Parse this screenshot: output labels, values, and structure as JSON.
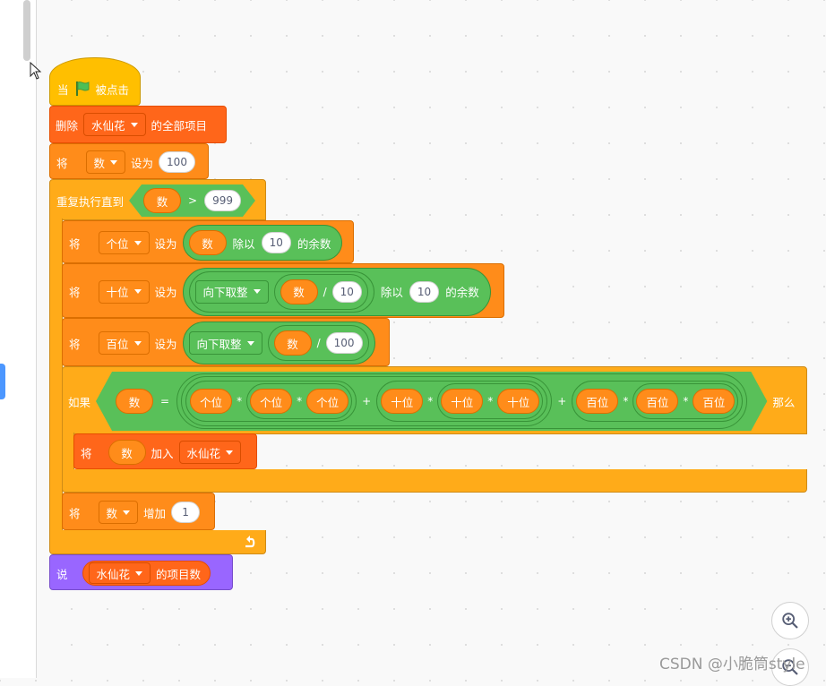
{
  "colors": {
    "events": "#ffbf00",
    "control": "#ffab19",
    "variables": "#ff8c1a",
    "lists": "#ff661a",
    "operators": "#59c059",
    "looks": "#9966ff"
  },
  "script": {
    "hat": {
      "when": "当",
      "clicked": "被点击",
      "icon": "green-flag-icon"
    },
    "delete_all": {
      "label": "删除",
      "list": "水仙花",
      "suffix": "的全部项目"
    },
    "set_num": {
      "label": "将",
      "var": "数",
      "to": "设为",
      "value": "100"
    },
    "repeat_until": {
      "label": "重复执行直到",
      "var": "数",
      "op": ">",
      "value": "999"
    },
    "set_ones": {
      "label": "将",
      "var": "个位",
      "to": "设为",
      "a": "数",
      "mod": "除以",
      "b": "10",
      "rem": "的余数"
    },
    "set_tens": {
      "label": "将",
      "var": "十位",
      "to": "设为",
      "floor": "向下取整",
      "a": "数",
      "div": "/",
      "b": "10",
      "mod": "除以",
      "c": "10",
      "rem": "的余数"
    },
    "set_hundreds": {
      "label": "将",
      "var": "百位",
      "to": "设为",
      "floor": "向下取整",
      "a": "数",
      "div": "/",
      "b": "100"
    },
    "if_block": {
      "label": "如果",
      "var": "数",
      "eq": "=",
      "mul": "*",
      "plus": "+",
      "ones": "个位",
      "tens": "十位",
      "hundreds": "百位",
      "then": "那么"
    },
    "add_to_list": {
      "label": "将",
      "var": "数",
      "add": "加入",
      "list": "水仙花"
    },
    "change_num": {
      "label": "将",
      "var": "数",
      "by": "增加",
      "value": "1"
    },
    "say": {
      "label": "说",
      "list": "水仙花",
      "suffix": "的项目数"
    }
  },
  "zoom": {
    "in_icon": "zoom-in-icon",
    "out_icon": "zoom-out-icon"
  },
  "watermark": "CSDN @小脆筒style"
}
